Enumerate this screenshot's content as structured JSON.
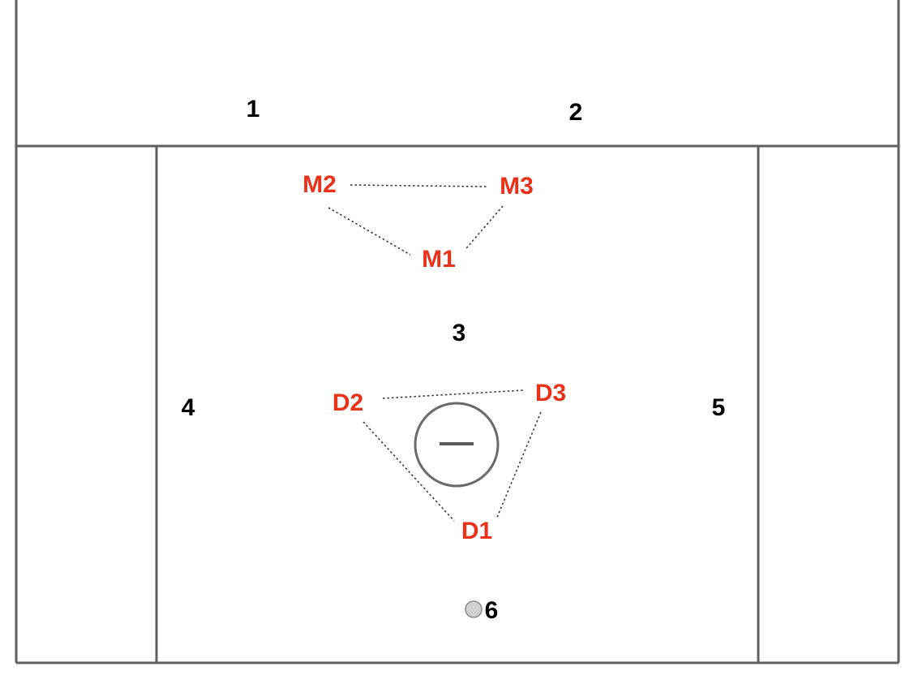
{
  "field": {
    "line_color": "#5f5f5f",
    "defense_color": "#e8321a",
    "offense_color": "#000000",
    "ball_color": "#d2d2d6"
  },
  "offense_positions": [
    "1",
    "2",
    "3",
    "4",
    "5",
    "6"
  ],
  "defense_positions": [
    "M2",
    "M3",
    "M1",
    "D2",
    "D3",
    "D1"
  ],
  "links": [
    [
      "M2",
      "M3"
    ],
    [
      "M2",
      "M1"
    ],
    [
      "M3",
      "M1"
    ],
    [
      "D2",
      "D3"
    ],
    [
      "D2",
      "D1"
    ],
    [
      "D3",
      "D1"
    ]
  ],
  "goal": {
    "icon": "goal-crease-icon"
  },
  "ball": {
    "icon": "ball-icon",
    "holder": "6"
  }
}
